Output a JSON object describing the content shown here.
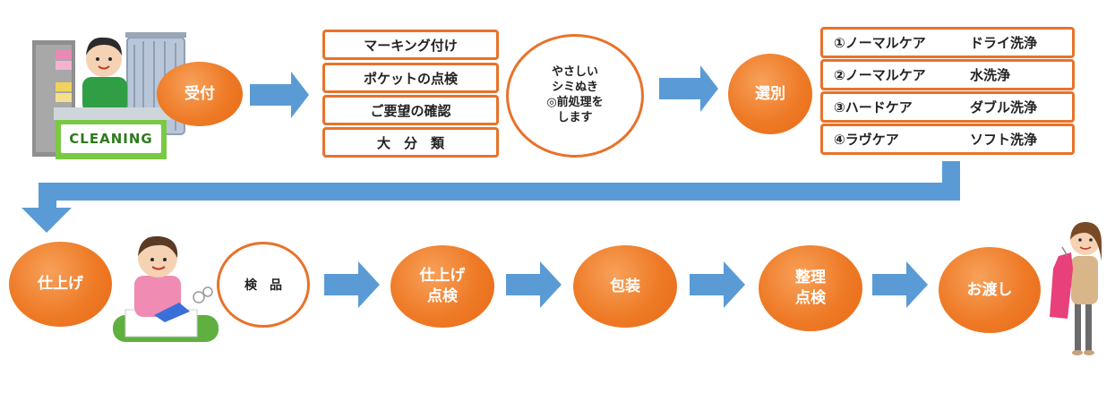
{
  "colors": {
    "orange": "#ee7a26",
    "blue_arrow": "#5b9bd5"
  },
  "illustrations": {
    "reception": {
      "sign_text": "CLEANING"
    }
  },
  "row1": {
    "reception": "受付",
    "steps_boxes": [
      "マーキング付け",
      "ポケットの点検",
      "ご要望の確認",
      "大　分　類"
    ],
    "stain_note": "やさしい\nシミぬき\n◎前処理を\nします",
    "sort": "選別",
    "care_options": [
      {
        "label": "①ノーマルケア",
        "method": "ドライ洗浄"
      },
      {
        "label": "②ノーマルケア",
        "method": "水洗浄"
      },
      {
        "label": "③ハードケア",
        "method": "ダブル洗浄"
      },
      {
        "label": "④ラヴケア",
        "method": "ソフト洗浄"
      }
    ]
  },
  "row2": {
    "finishing": "仕上げ",
    "inspection": "検　品",
    "finish_check": "仕上げ\n点検",
    "packaging": "包装",
    "arrange_check": "整理\n点検",
    "delivery": "お渡し"
  }
}
